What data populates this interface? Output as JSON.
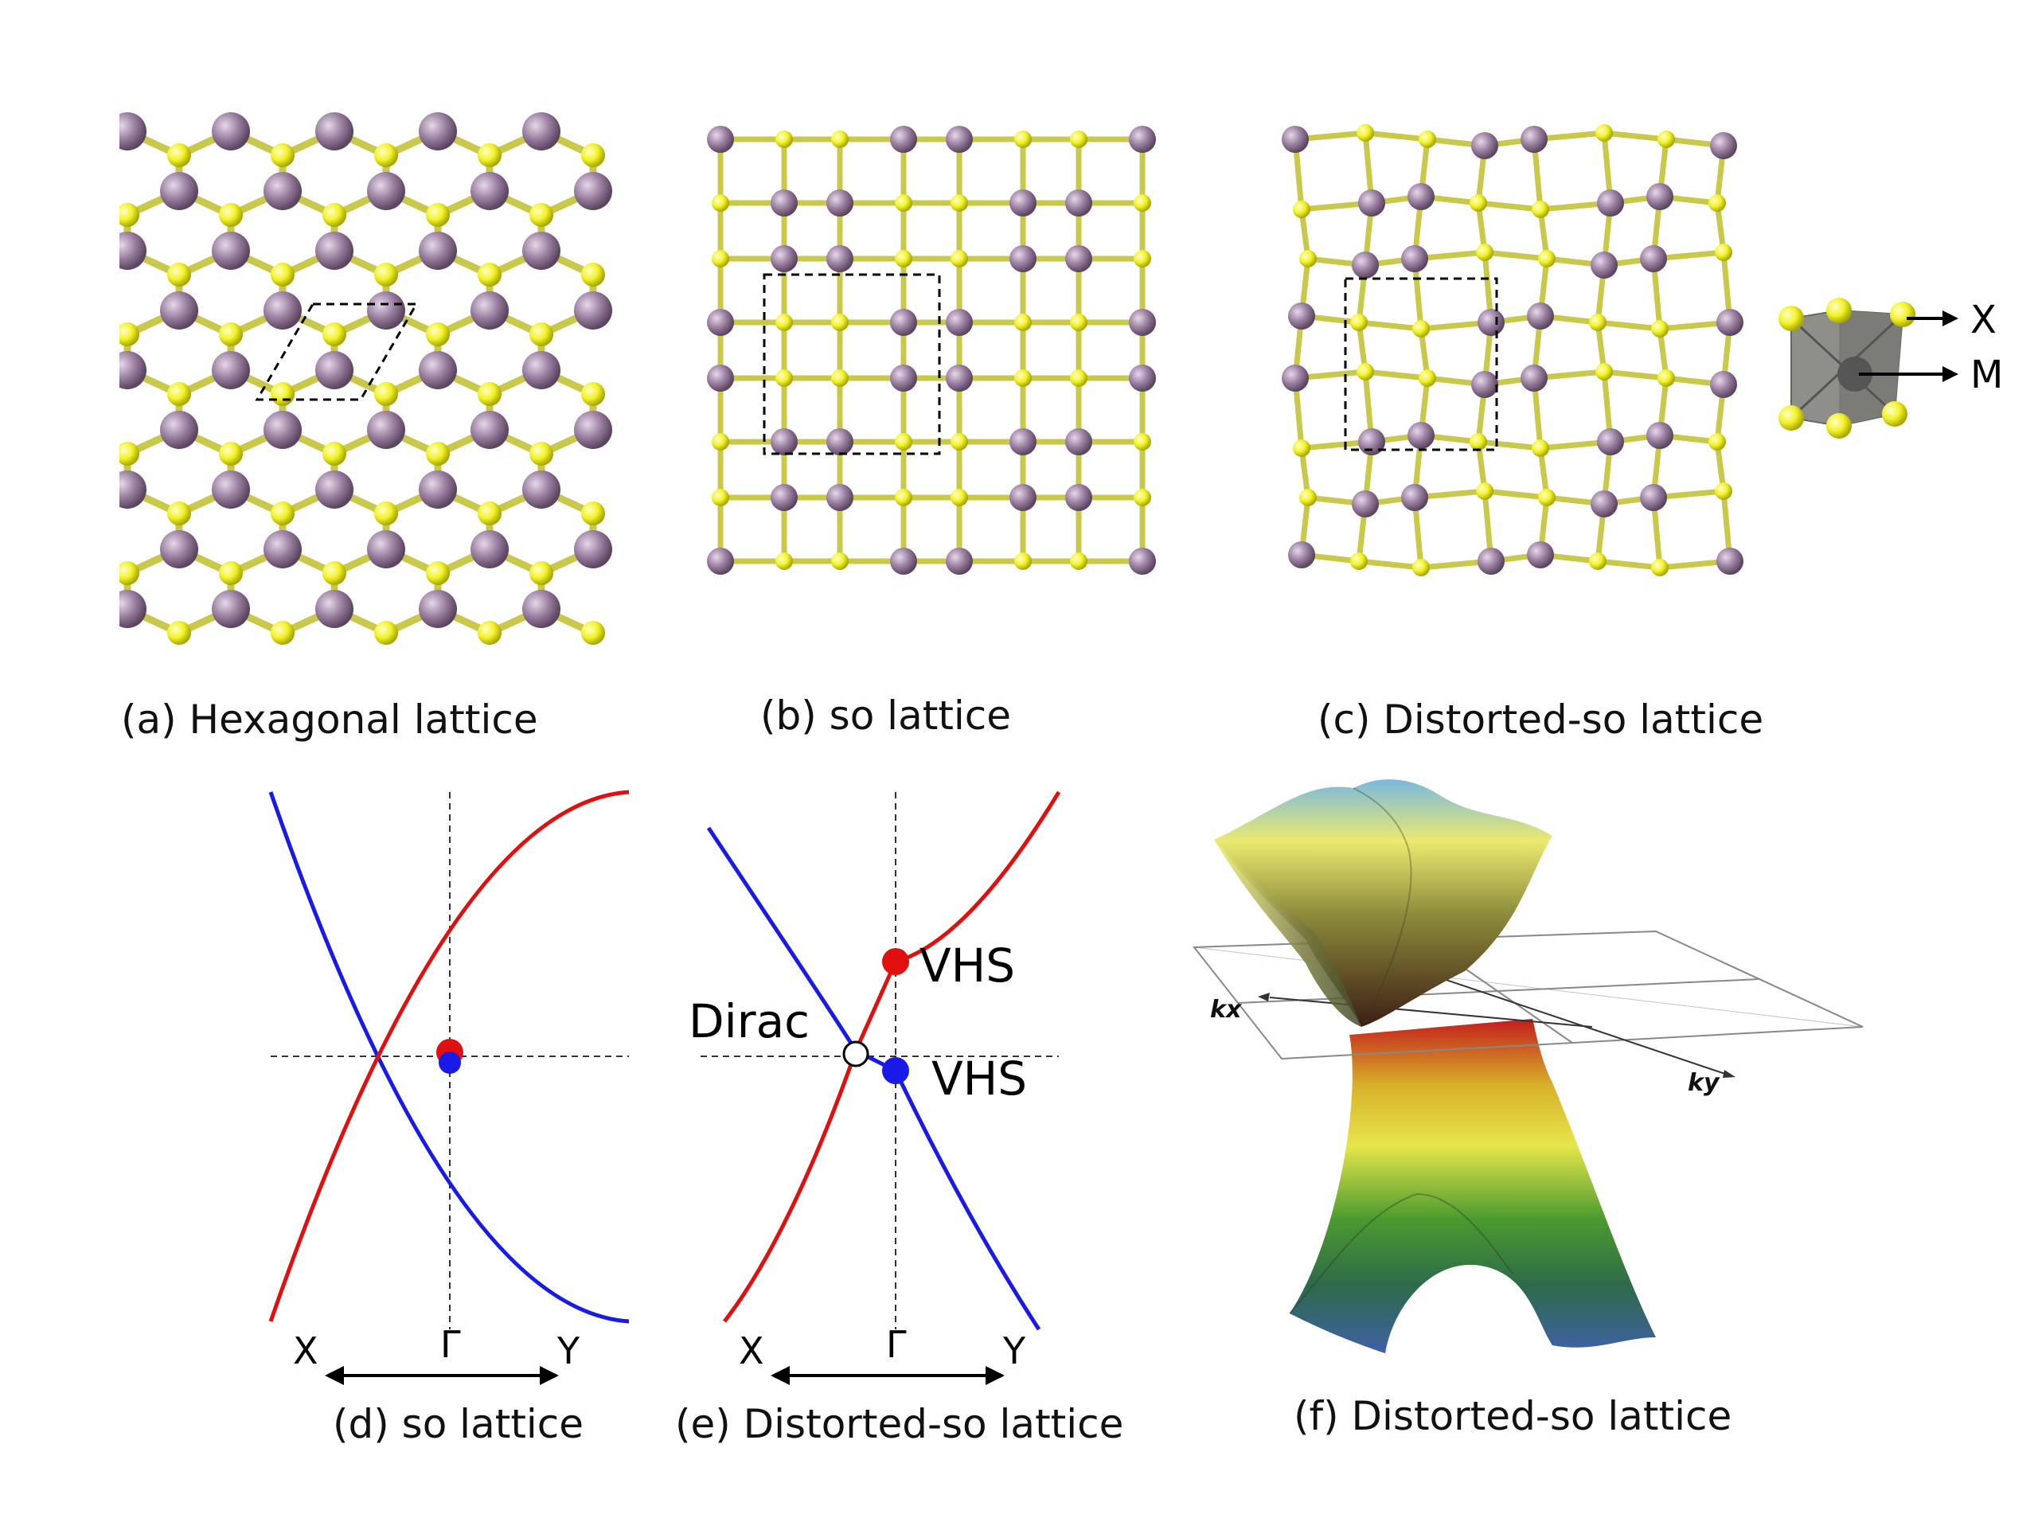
{
  "captions": {
    "a": "(a) Hexagonal lattice",
    "b": "(b) so lattice",
    "c": "(c) Distorted-so lattice",
    "d": "(d) so lattice",
    "e": "(e) Distorted-so lattice",
    "f": "(f) Distorted-so lattice"
  },
  "legend": {
    "x_label": "X",
    "m_label": "M"
  },
  "band_d": {
    "left": "X",
    "center": "Γ",
    "right": "Y"
  },
  "band_e": {
    "left": "X",
    "center": "Γ",
    "right": "Y",
    "dirac": "Dirac",
    "vhs_upper": "VHS",
    "vhs_lower": "VHS"
  },
  "surface": {
    "kx": "kx",
    "ky": "ky"
  },
  "colors": {
    "metal_atom": "#9a7fa0",
    "chalcogen_atom": "#f2f22a",
    "band_red": "#e01010",
    "band_blue": "#1a1ae8"
  }
}
